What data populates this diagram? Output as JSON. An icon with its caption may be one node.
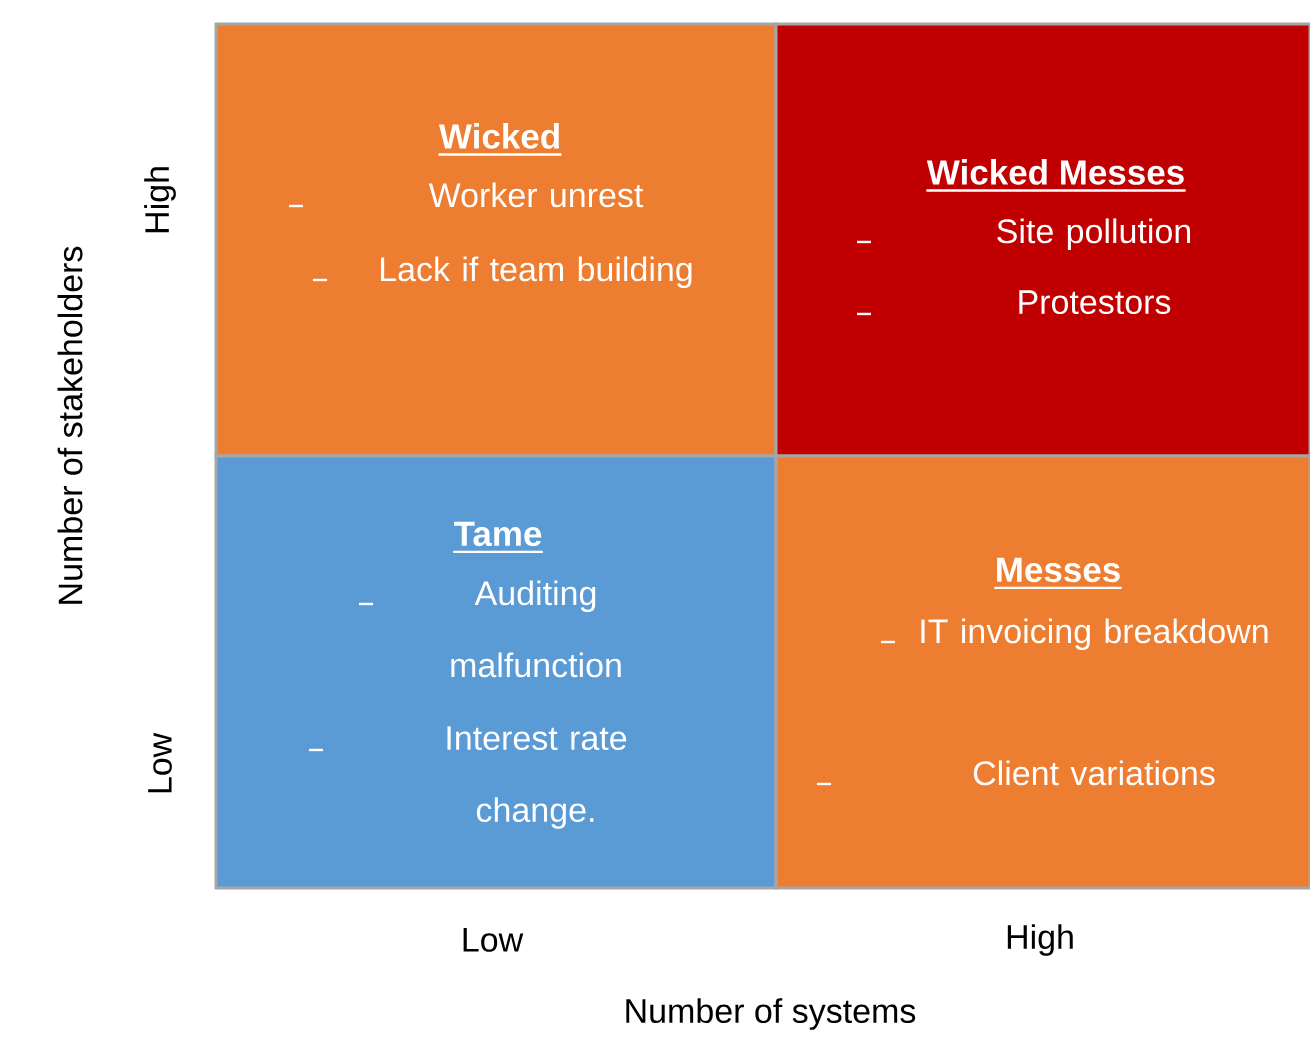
{
  "diagram": {
    "nodes": [
      {
        "text": [
          "Wicked",
          "Worker unrest",
          "Lack if team building"
        ]
      },
      {
        "text": [
          "Wicked Messes",
          "Site pollution",
          "Protestors"
        ]
      },
      {
        "text": [
          "Tame",
          "Auditing malfunction",
          "Interest rate change."
        ]
      },
      {
        "text": [
          "Messes",
          "IT invoicing breakdown",
          "Client variations"
        ]
      }
    ],
    "labels": [
      "Number of stakeholders",
      "High",
      "Low",
      "Low",
      "High",
      "Number of systems"
    ]
  }
}
